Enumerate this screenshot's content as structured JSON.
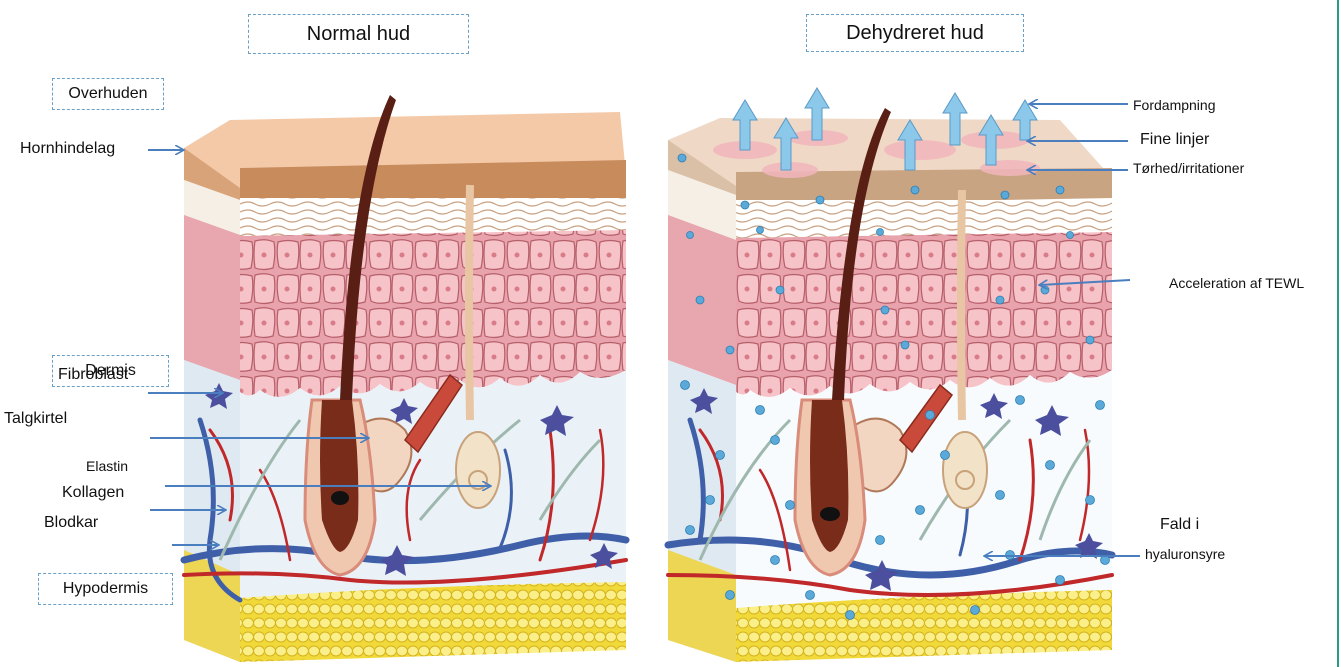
{
  "titles": {
    "left": "Normal hud",
    "right": "Dehydreret hud"
  },
  "left_labels": {
    "overhuden": "Overhuden",
    "hornhindelag": "Hornhindelag",
    "dermis": "Dermis",
    "fibroblast": "Fibroblast",
    "talgkirtel": "Talgkirtel",
    "elastin": "Elastin",
    "kollagen": "Kollagen",
    "blodkar": "Blodkar",
    "hypodermis": "Hypodermis"
  },
  "right_labels": {
    "fordampning": "Fordampning",
    "fine_linjer": "Fine linjer",
    "torhed": "Tørhed/irritationer",
    "tewl": "Acceleration af TEWL",
    "fald_line1": "Fald i",
    "fald_line2": "hyaluronsyre"
  },
  "colors": {
    "arrow": "#4a7ebf",
    "box_border": "#6a9fc8",
    "surface_normal": "#f3c8a6",
    "surface_dry": "#efd8c4",
    "cells": "#f2b6bd",
    "cell_border": "#b65f69",
    "dermis_bg": "#eaf2f8",
    "artery": "#c0282a",
    "vein": "#3f5fa8",
    "fat": "#f5e04a",
    "hair": "#5a1f14",
    "water_drop": "#5aa9d8"
  }
}
